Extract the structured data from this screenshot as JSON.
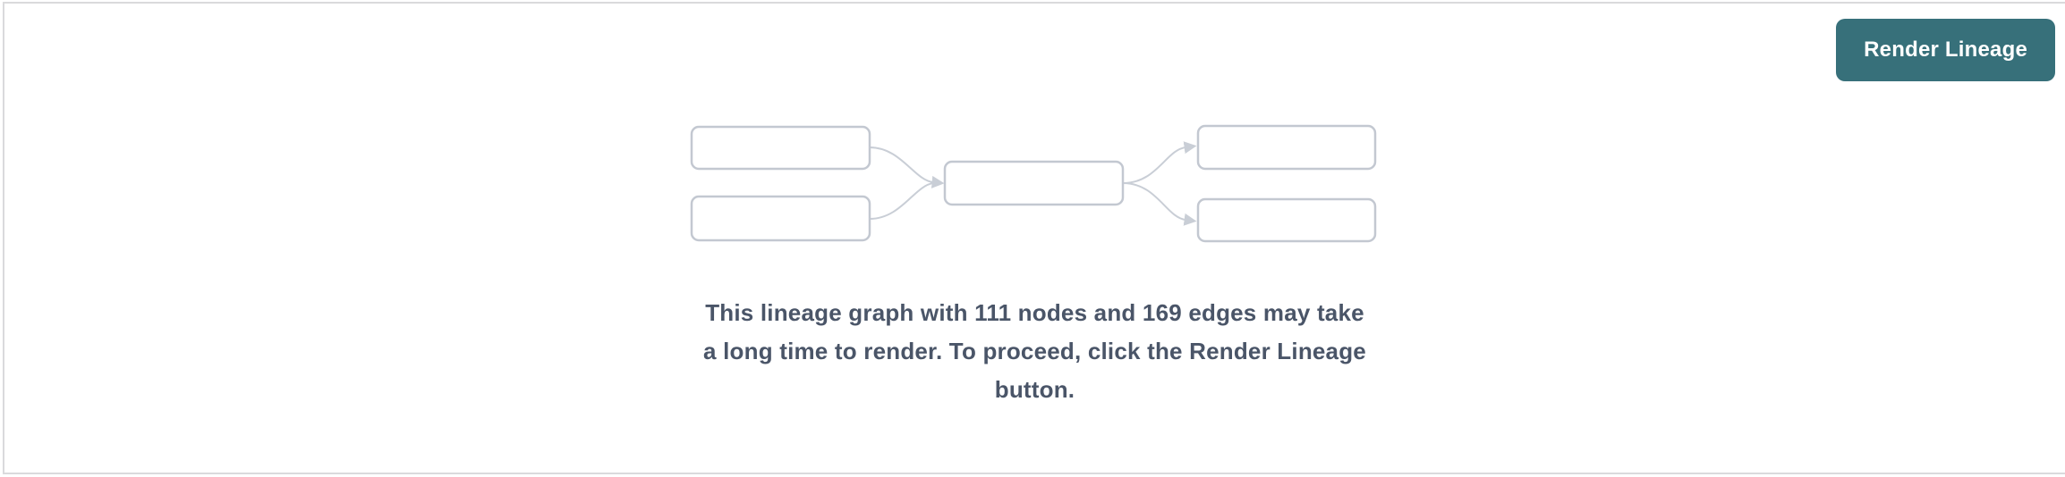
{
  "header": {
    "render_button": {
      "label": "Render Lineage"
    }
  },
  "placeholder": {
    "node_count": "111",
    "edge_count": "169",
    "message_lines": [
      "This lineage graph with 111 nodes and 169 edges may take",
      "a long time to render. To proceed, click the Render Lineage",
      "button."
    ]
  },
  "colors": {
    "button_bg": "#37707A",
    "button_text": "#FFFFFF",
    "message_text": "#4A5568",
    "node_border": "#C3C8D1",
    "edge": "#C9CED6",
    "panel_border": "#DADADC"
  }
}
